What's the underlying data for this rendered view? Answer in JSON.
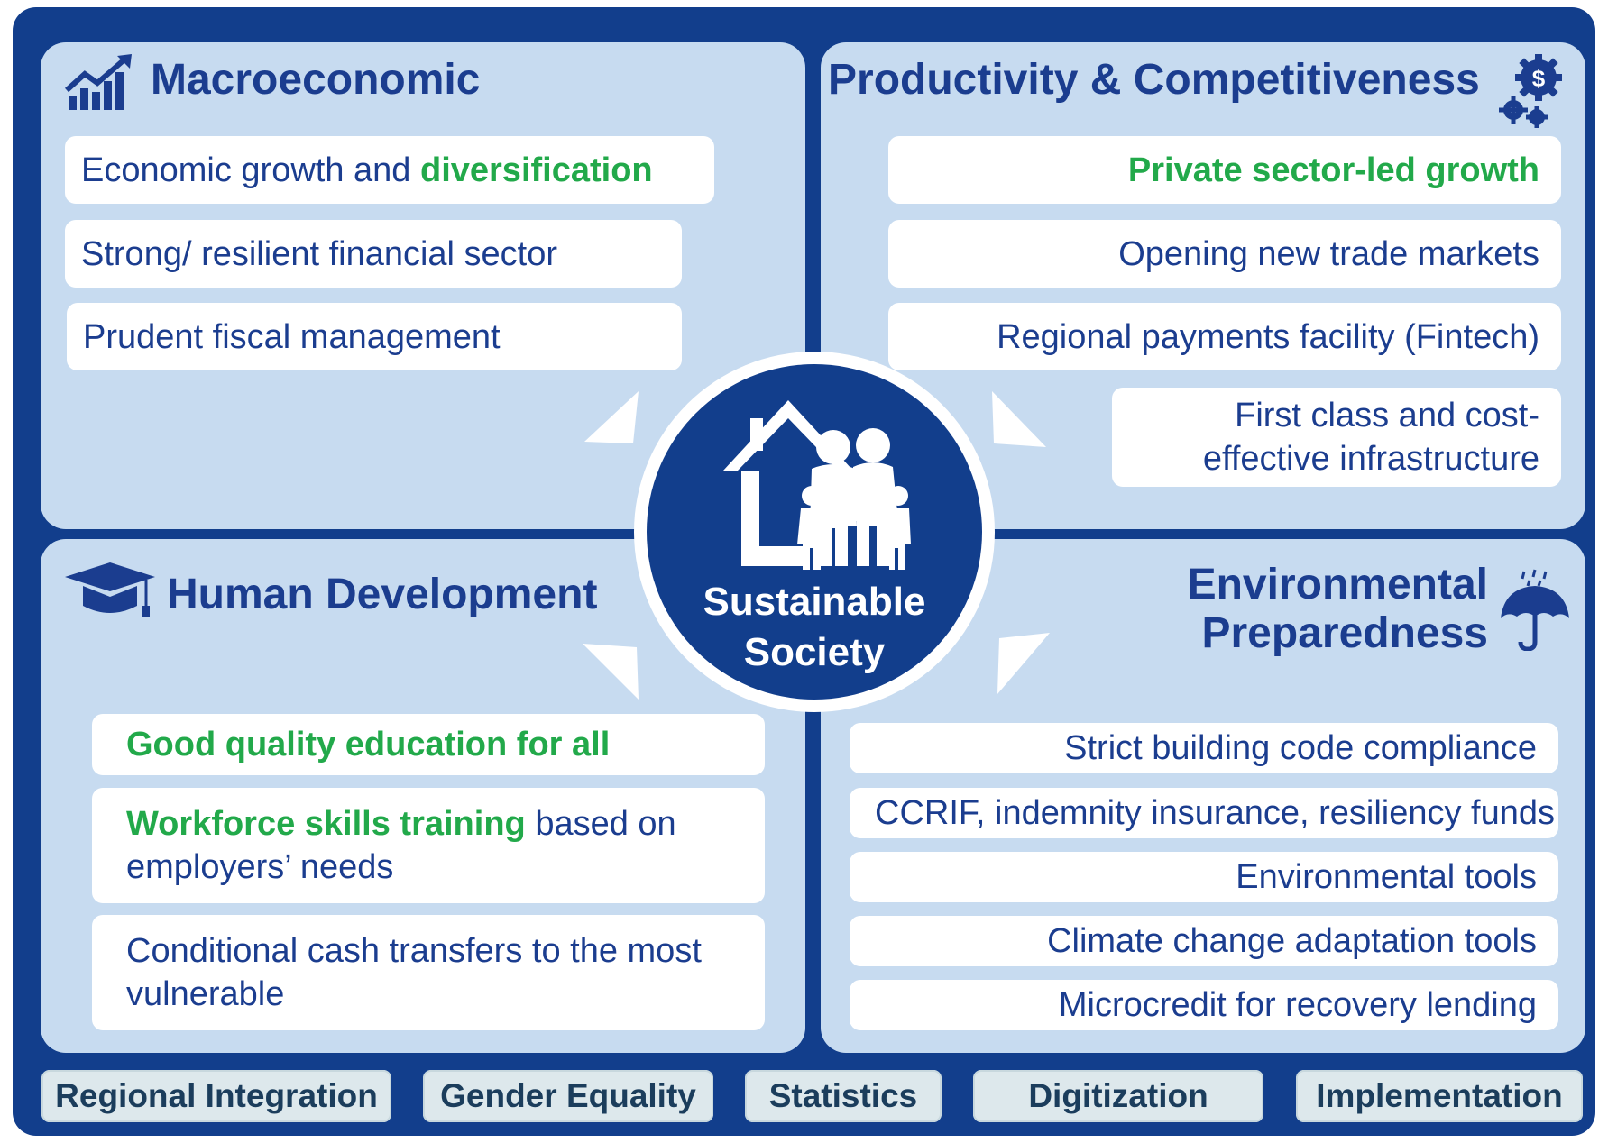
{
  "macroeconomic": {
    "title": "Macroeconomic",
    "item1_pre": "Economic growth and ",
    "item1_green": "diversification",
    "item2": "Strong/ resilient financial sector",
    "item3": "Prudent fiscal management"
  },
  "productivity": {
    "title": "Productivity & Competitiveness",
    "item1_green": "Private sector-led growth",
    "item2": "Opening new trade markets",
    "item3": "Regional payments facility (Fintech)",
    "item4_line1": "First class and cost-",
    "item4_line2": "effective infrastructure"
  },
  "human": {
    "title": "Human Development",
    "item1_green": "Good quality education for all",
    "item2_green": "Workforce skills training",
    "item2_rest": " based on",
    "item2_line2": "employers’ needs",
    "item3_line1": "Conditional cash transfers to the most",
    "item3_line2": "vulnerable"
  },
  "environmental": {
    "title_line1": "Environmental",
    "title_line2": "Preparedness",
    "item1": "Strict building code compliance",
    "item2": "CCRIF, indemnity insurance, resiliency funds",
    "item3": "Environmental tools",
    "item4": "Climate change adaptation tools",
    "item5": "Microcredit for recovery lending"
  },
  "hub": {
    "line1": "Sustainable",
    "line2": "Society"
  },
  "footer": {
    "pills": [
      "Regional Integration",
      "Gender Equality",
      "Statistics",
      "Digitization",
      "Implementation"
    ]
  },
  "colors": {
    "navy": "#123e8c",
    "light_blue": "#c7dbf0",
    "green": "#22a94a",
    "pill_bg": "#dde8ec"
  },
  "icons": [
    "growth-chart-icon",
    "dollar-gears-icon",
    "graduation-cap-icon",
    "umbrella-rain-icon",
    "family-house-icon"
  ]
}
